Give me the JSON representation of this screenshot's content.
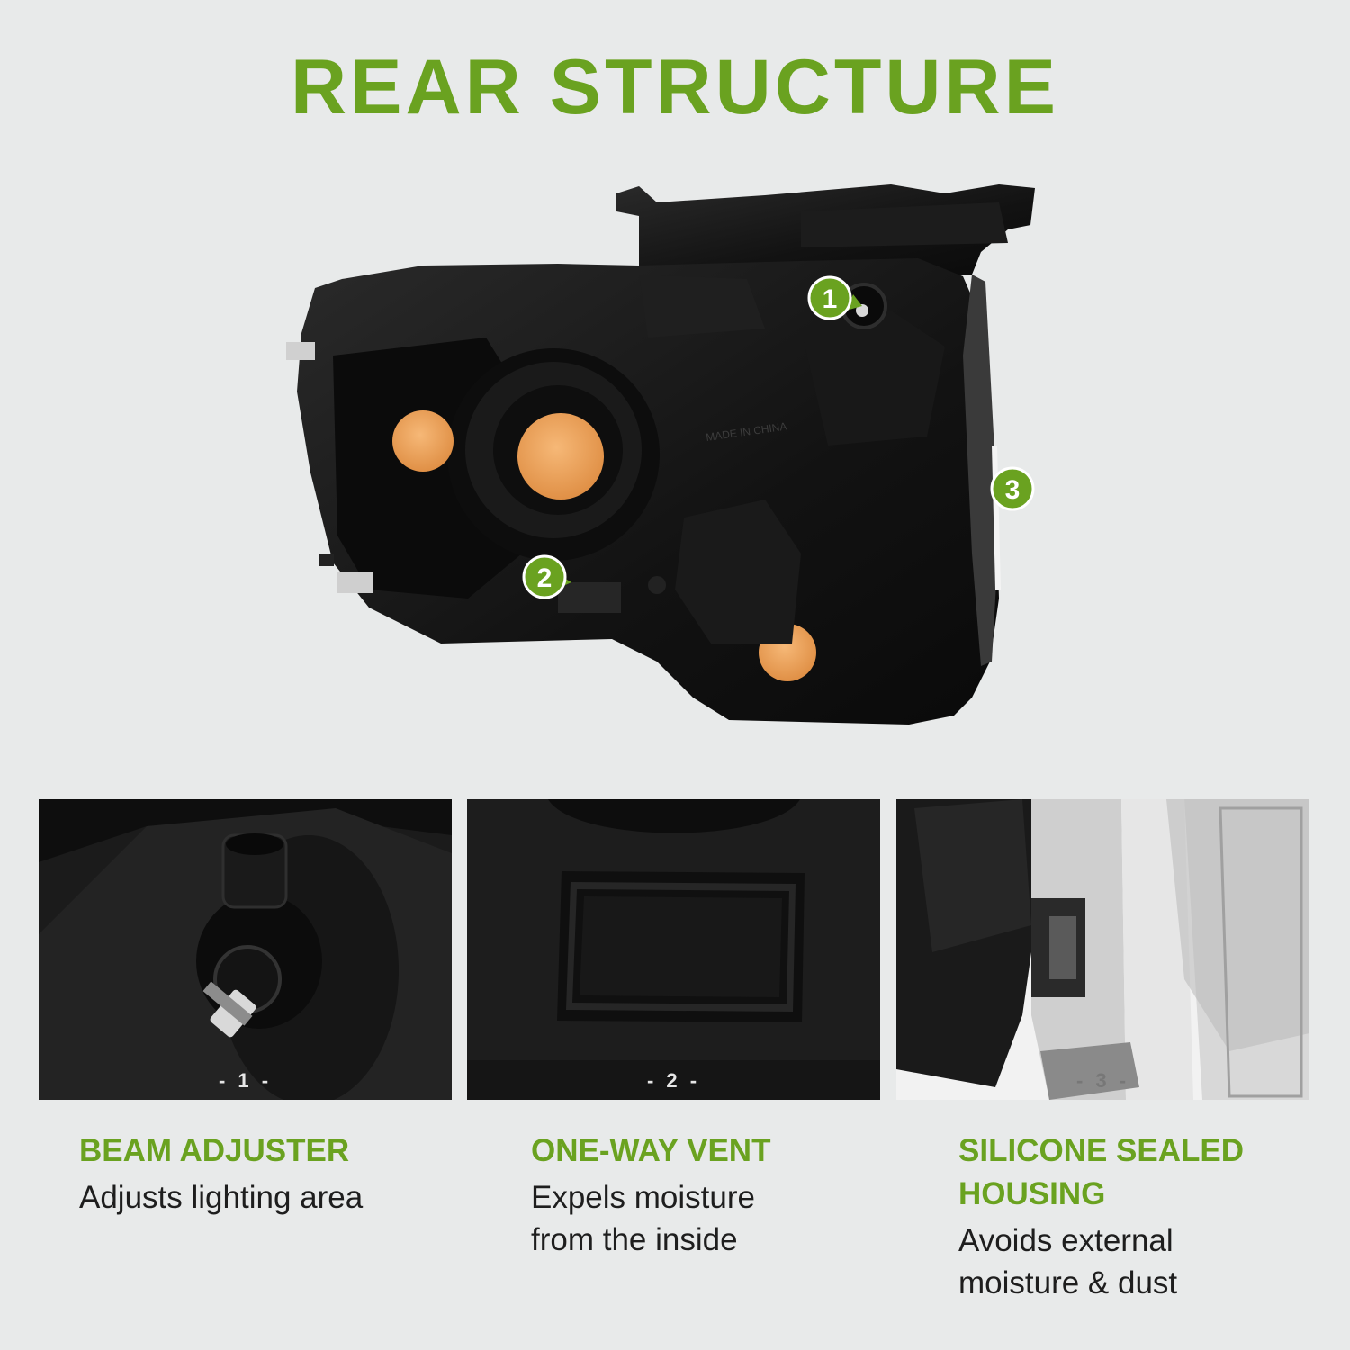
{
  "title": "REAR STRUCTURE",
  "callouts": [
    "1",
    "2",
    "3"
  ],
  "colors": {
    "accent": "#6aa220",
    "background": "#e8eaea",
    "housing": "#141414",
    "amber": "#f0a35c"
  },
  "panels": [
    {
      "number": "- 1 -",
      "title": "BEAM ADJUSTER",
      "desc_lines": [
        "Adjusts lighting area"
      ]
    },
    {
      "number": "- 2 -",
      "title": "ONE-WAY VENT",
      "desc_lines": [
        "Expels moisture",
        "from the inside"
      ]
    },
    {
      "number": "- 3 -",
      "title_lines": [
        "SILICONE SEALED",
        "HOUSING"
      ],
      "desc_lines": [
        "Avoids external",
        "moisture & dust"
      ]
    }
  ],
  "housing_text": [
    "MADE IN CHINA"
  ]
}
